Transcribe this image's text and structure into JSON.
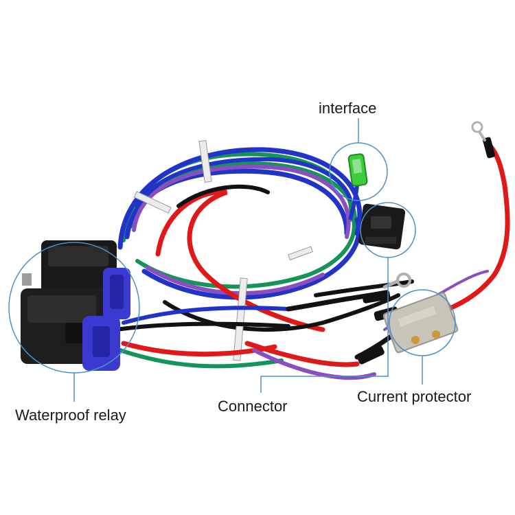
{
  "labels": {
    "interface": "interface",
    "current_protector": "Current protector",
    "connector": "Connector",
    "waterproof_relay": "Waterproof relay"
  },
  "colors": {
    "callout": "#4a90c8",
    "wire_blue": "#2233c8",
    "wire_green": "#14935a",
    "wire_purple": "#8a4ec0",
    "wire_red": "#e01818",
    "wire_black": "#121212",
    "relay_body": "#1a1a1a",
    "relay_bracket": "#3a3ad0",
    "terminal_green": "#3ccc3c",
    "protector_body": "#c8c4b8"
  },
  "image_subject": "marine trim/tilt relay wiring harness"
}
